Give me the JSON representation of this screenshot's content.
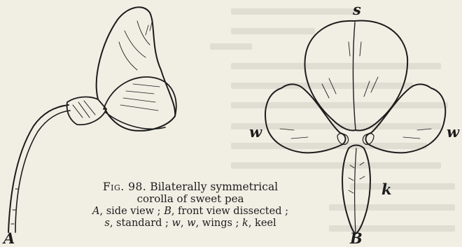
{
  "figure": {
    "label_A": "A",
    "label_B": "B",
    "label_s": "s",
    "label_w_left": "w",
    "label_w_right": "w",
    "label_k": "k"
  },
  "caption": {
    "number": "Fig. 98.",
    "line1": "Bilaterally symmetrical",
    "line2": "corolla of sweet pea",
    "line3": [
      {
        "text": "A",
        "italic": true
      },
      {
        "text": ", side view ; ",
        "italic": false
      },
      {
        "text": "B",
        "italic": true
      },
      {
        "text": ", front view dissected ;",
        "italic": false
      }
    ],
    "line4": [
      {
        "text": "s",
        "italic": true
      },
      {
        "text": ", standard ; ",
        "italic": false
      },
      {
        "text": "w",
        "italic": true
      },
      {
        "text": ", ",
        "italic": false
      },
      {
        "text": "w",
        "italic": true
      },
      {
        "text": ", wings ; ",
        "italic": false
      },
      {
        "text": "k",
        "italic": true
      },
      {
        "text": ", keel",
        "italic": false
      }
    ]
  }
}
